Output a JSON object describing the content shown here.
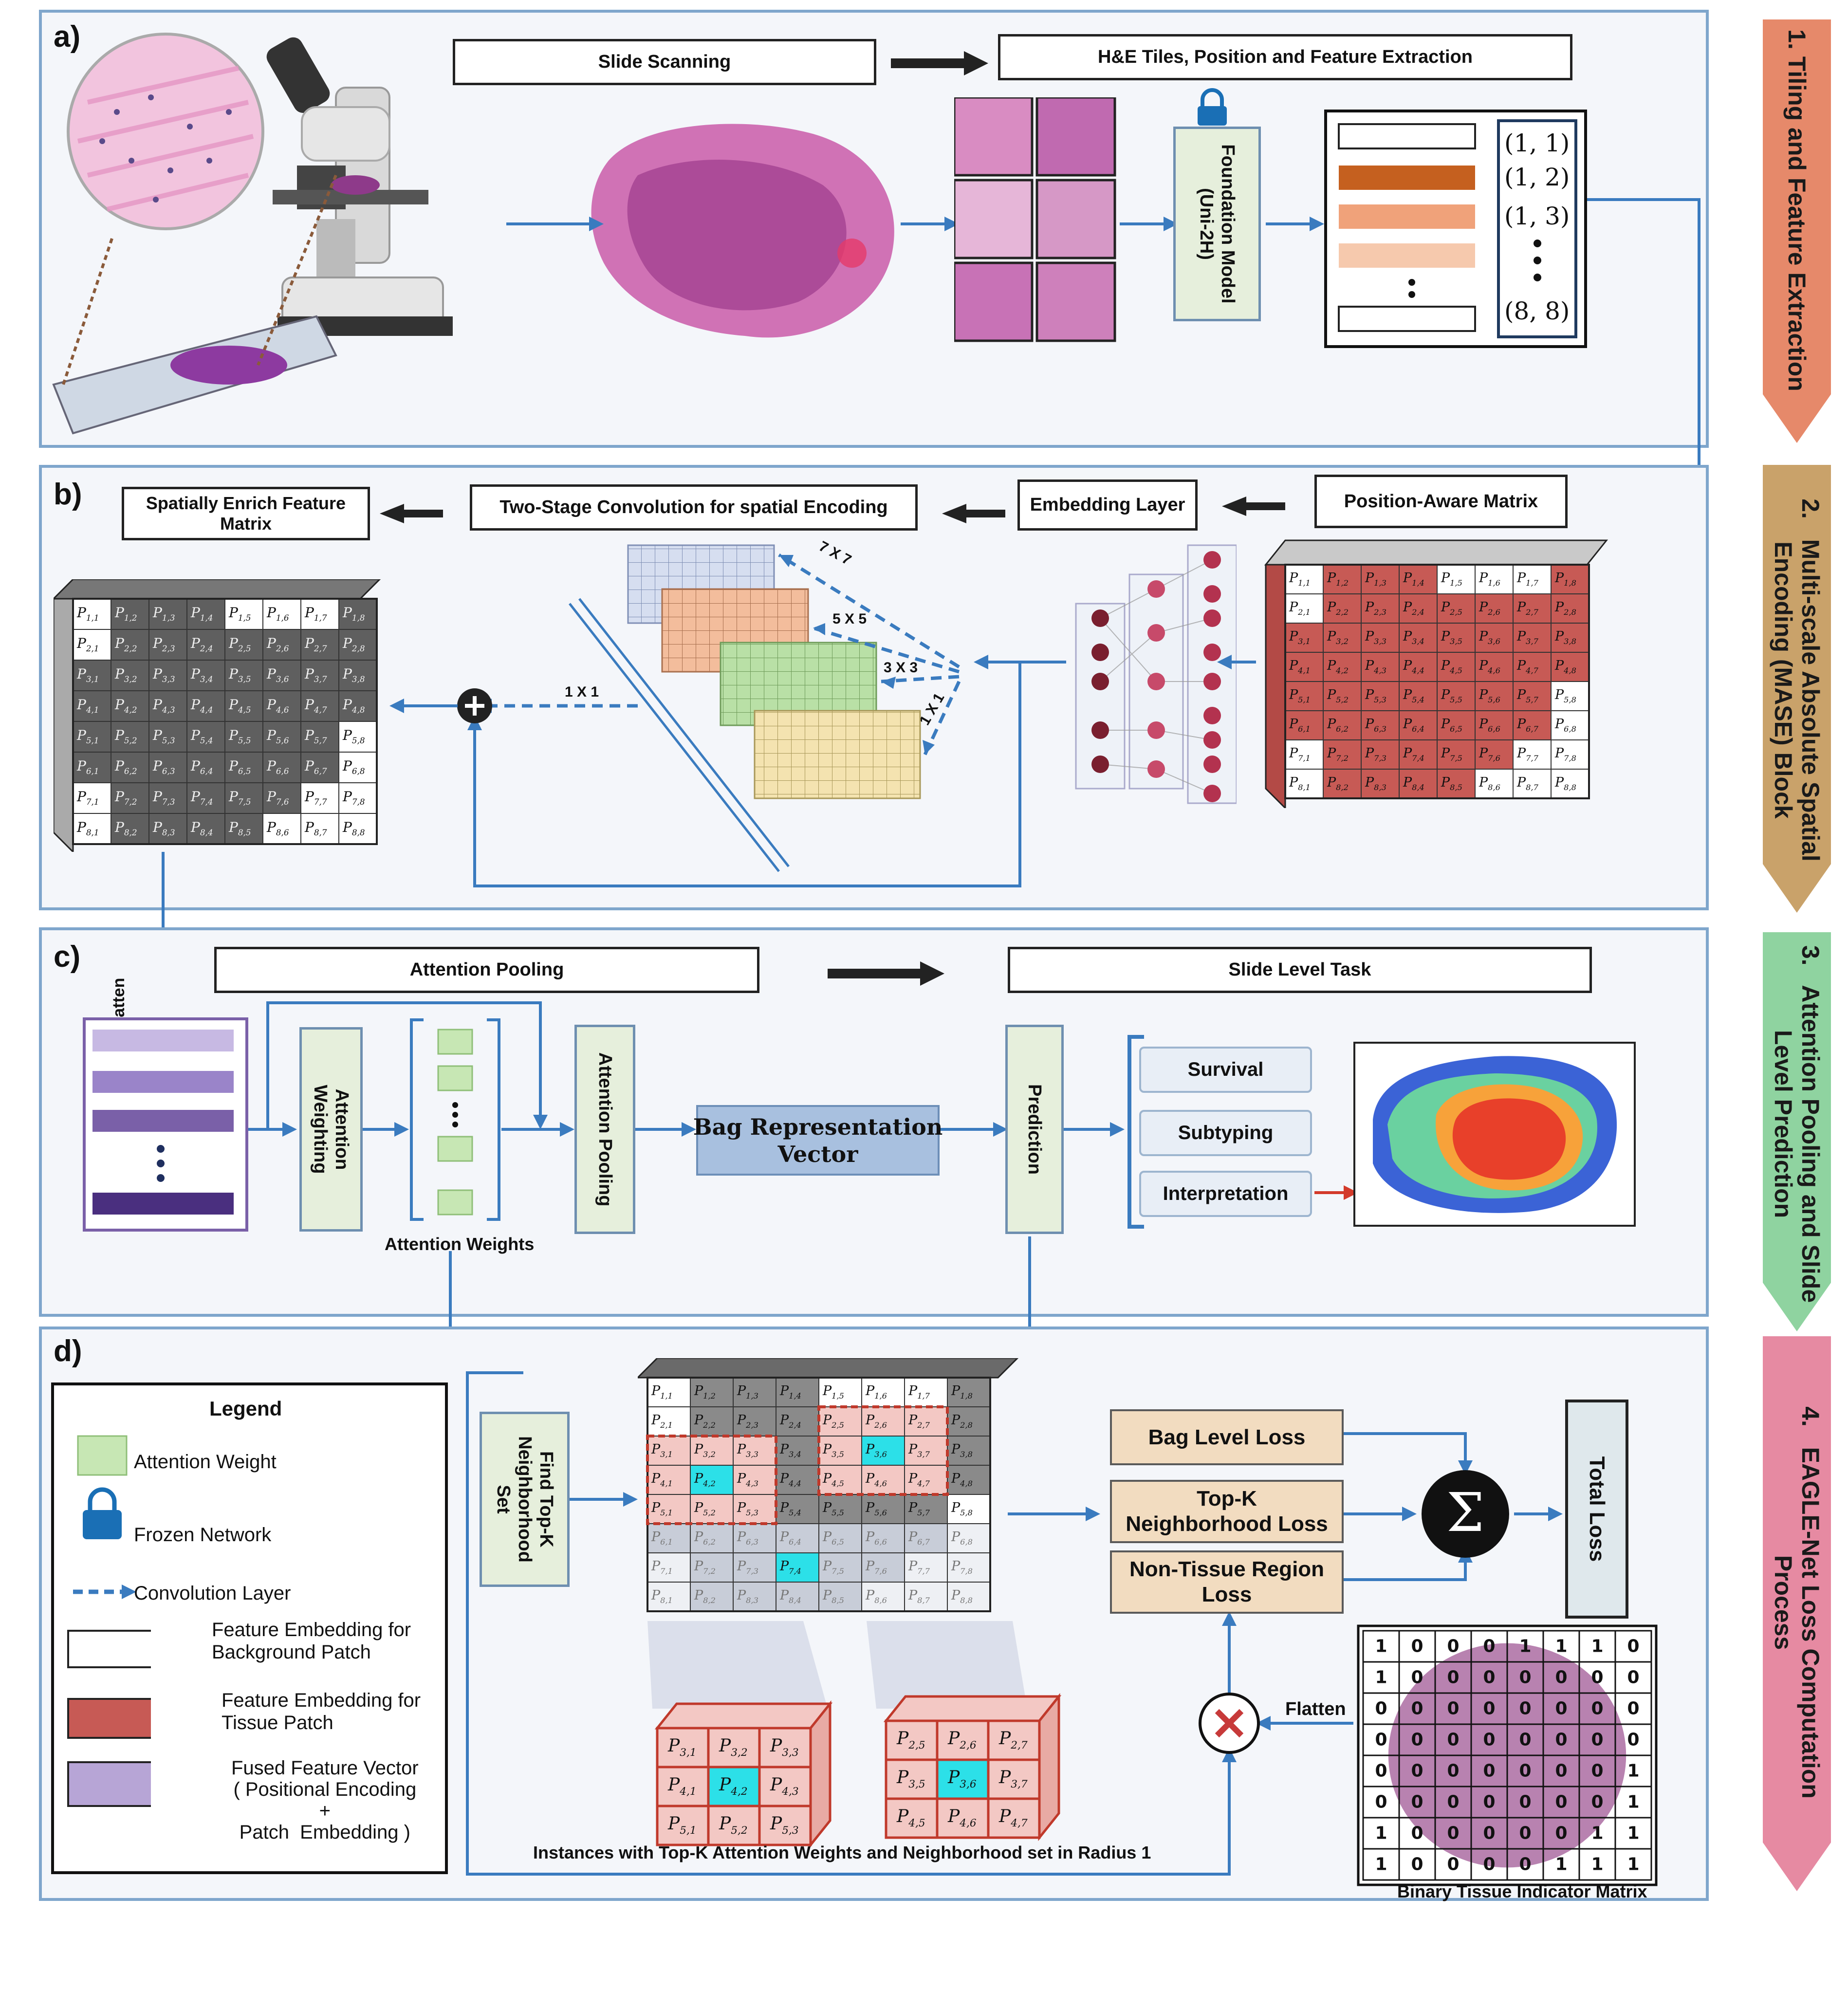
{
  "panels": {
    "a": "a)",
    "b": "b)",
    "c": "c)",
    "d": "d)"
  },
  "steps": [
    {
      "label": "1.   Tiling and Feature Extraction",
      "color": "#e6896a"
    },
    {
      "label": "2.   Multi-scale Absolute Spatial\nEncoding (MASE) Block",
      "color": "#c9a26a"
    },
    {
      "label": "3.   Attention Pooling and Slide\nLevel Prediction",
      "color": "#8fd3a0"
    },
    {
      "label": "4.   EAGLE-Net Loss Computation\nProcess",
      "color": "#e68aa2"
    }
  ],
  "panel_a": {
    "slide_scanning": "Slide Scanning",
    "tiles_title": "H&E Tiles, Position  and Feature Extraction",
    "foundation_model": "Foundation Model\n(Uni-2H)",
    "positions": [
      "(1, 1)",
      "(1, 2)",
      "(1, 3)",
      "(8, 8)"
    ]
  },
  "panel_b": {
    "spatial_enrich": "Spatially Enrich Feature\nMatrix",
    "two_stage": "Two-Stage Convolution for spatial Encoding",
    "embedding_layer": "Embedding Layer",
    "position_aware": "Position-Aware Matrix",
    "kernels": [
      "7 X 7",
      "5 X 5",
      "3 X 3",
      "1 X 1",
      "1 X 1"
    ]
  },
  "panel_c": {
    "flatten": "Flatten",
    "attention_pooling_title": "Attention Pooling",
    "slide_level_task": "Slide Level Task",
    "attention_weighting": "Attention\nWeighting",
    "attention_weights": "Attention Weights",
    "attention_pooling_box": "Attention Pooling",
    "bag_vector": "Bag Representation\nVector",
    "prediction": "Prediction",
    "tasks": [
      "Survival",
      "Subtyping",
      "Interpretation"
    ]
  },
  "panel_d": {
    "legend_title": "Legend",
    "legend_items": [
      "Attention Weight",
      "Frozen Network",
      "Convolution Layer",
      "Feature Embedding for\nBackground Patch",
      "Feature Embedding for\nTissue Patch",
      "Fused Feature Vector\n( Positional Encoding\n+\nPatch  Embedding )"
    ],
    "find_topk": "Find Top-K\nNeighborhood\nSet",
    "bag_loss": "Bag Level Loss",
    "topk_loss": "Top-K\nNeighborhood Loss",
    "nontissue_loss": "Non-Tissue Region\nLoss",
    "total_loss": "Total Loss",
    "flatten": "Flatten",
    "instances_caption": "Instances with Top-K Attention Weights and Neighborhood set  in Radius 1",
    "binary_caption": "Binary Tissue Indicator Matrix",
    "binary_matrix": [
      [
        1,
        0,
        0,
        0,
        1,
        1,
        1,
        0
      ],
      [
        1,
        0,
        0,
        0,
        0,
        0,
        0,
        0
      ],
      [
        0,
        0,
        0,
        0,
        0,
        0,
        0,
        0
      ],
      [
        0,
        0,
        0,
        0,
        0,
        0,
        0,
        0
      ],
      [
        0,
        0,
        0,
        0,
        0,
        0,
        0,
        1
      ],
      [
        0,
        0,
        0,
        0,
        0,
        0,
        0,
        1
      ],
      [
        1,
        0,
        0,
        0,
        0,
        0,
        1,
        1
      ],
      [
        1,
        0,
        0,
        0,
        0,
        1,
        1,
        1
      ]
    ],
    "sub_left": [
      [
        "P3,1",
        "P3,2",
        "P3,3"
      ],
      [
        "P4,1",
        "P4,2",
        "P4,3"
      ],
      [
        "P5,1",
        "P5,2",
        "P5,3"
      ]
    ],
    "sub_right": [
      [
        "P2,5",
        "P2,6",
        "P2,7"
      ],
      [
        "P3,5",
        "P3,6",
        "P3,7"
      ],
      [
        "P4,5",
        "P4,6",
        "P4,7"
      ]
    ]
  },
  "colors": {
    "arrow_blue": "#3a7bbf",
    "tissue_red": "#c75a55",
    "background_gray": "#666666",
    "highlight_cyan": "#2ce0e8",
    "attention_green": "#c7e7b4",
    "fused_purple": "#7a60a8",
    "loss_tan": "#f2dcc0"
  }
}
